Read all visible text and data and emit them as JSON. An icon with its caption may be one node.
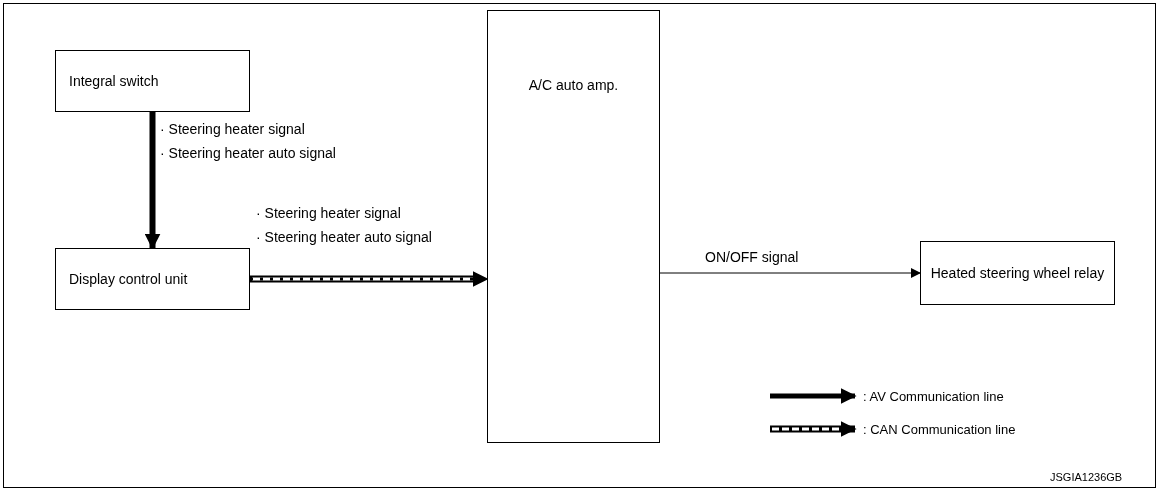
{
  "diagram": {
    "nodes": [
      {
        "text": [
          "Integral switch"
        ]
      },
      {
        "text": [
          "Display control unit"
        ]
      },
      {
        "text": [
          "A/C auto amp."
        ]
      },
      {
        "text": [
          "Heated steering wheel relay"
        ]
      }
    ],
    "edges": [
      {
        "from": 0,
        "to": 1,
        "arrow": "to",
        "style": "thick"
      },
      {
        "from": 1,
        "to": 2,
        "arrow": "to",
        "style": "dashed"
      },
      {
        "from": 2,
        "to": 3,
        "arrow": "to",
        "label": "ON/OFF signal"
      }
    ],
    "labels": [
      "· Steering heater signal",
      "· Steering heater auto signal",
      "· Steering heater signal",
      "· Steering heater auto signal",
      "JSGIA1236GB"
    ],
    "legend": [
      {
        "text": ": AV Communication line"
      },
      {
        "text": ": CAN Communication line"
      }
    ]
  }
}
